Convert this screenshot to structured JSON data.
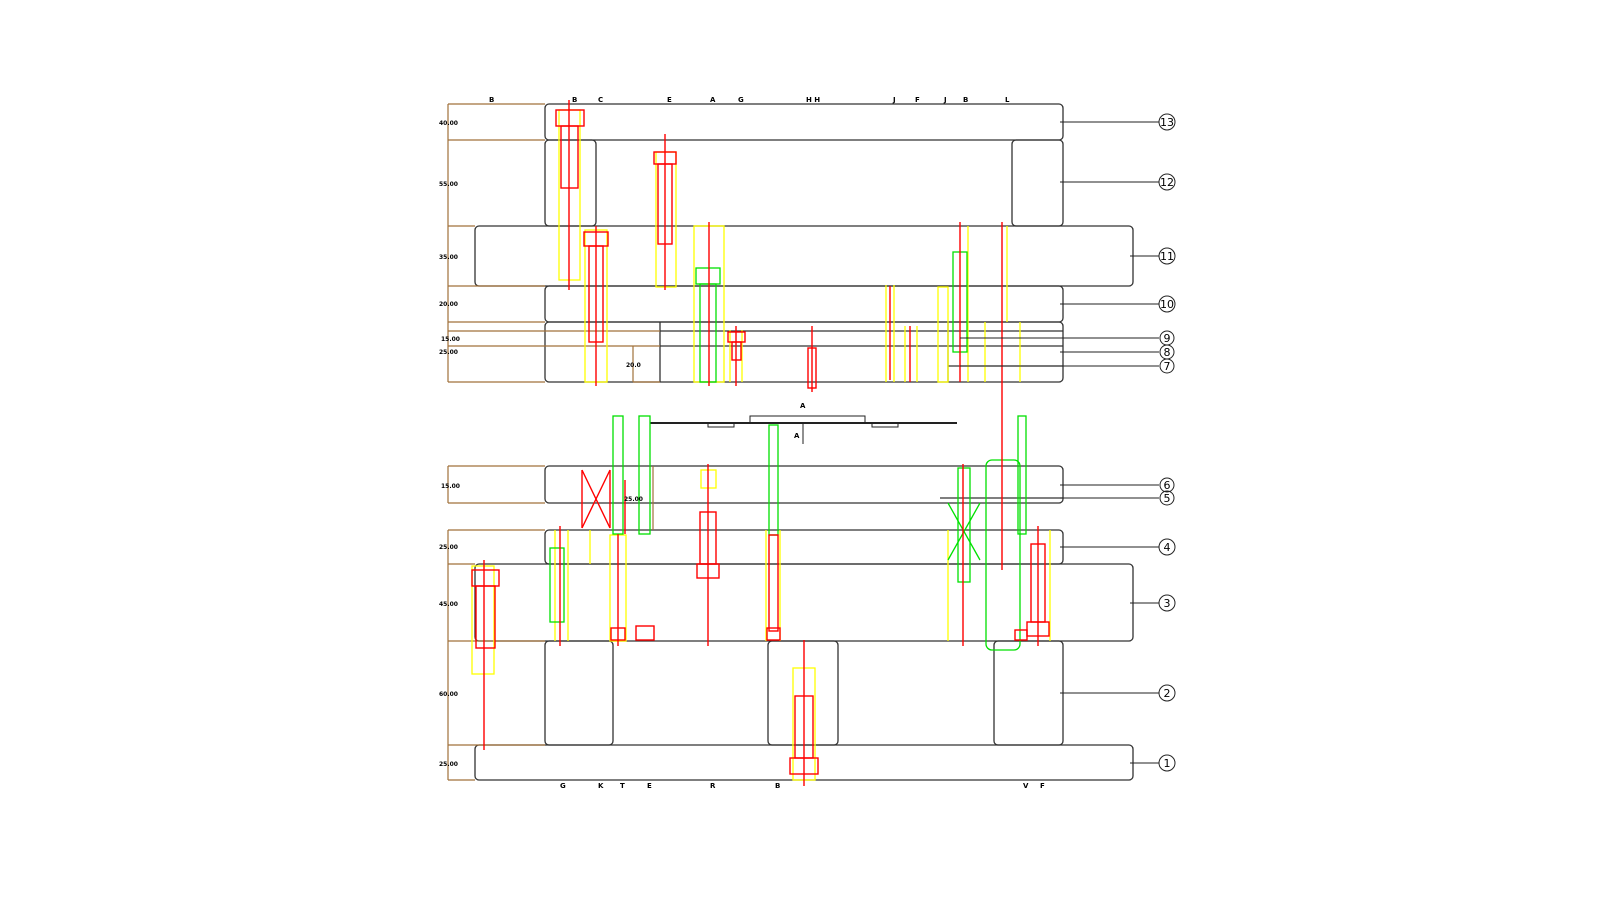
{
  "drawing": {
    "top_labels": [
      "B",
      "B",
      "C",
      "E",
      "A",
      "G",
      "H H",
      "J",
      "F",
      "J",
      "B",
      "L"
    ],
    "bottom_labels": [
      "G",
      "K",
      "T",
      "E",
      "R",
      "B",
      "V",
      "F"
    ],
    "section_marks": [
      "A",
      "A"
    ],
    "upper_dims": [
      "40.00",
      "55.00",
      "35.00",
      "20.00",
      "15.00",
      "25.00"
    ],
    "inner_dim": "20.0",
    "lower_dims": [
      "15.00",
      "25.00",
      "45.00",
      "60.00",
      "25.00"
    ],
    "lower_inner_dim": "25.00",
    "callouts": [
      "13",
      "12",
      "11",
      "10",
      "9",
      "8",
      "7",
      "6",
      "5",
      "4",
      "3",
      "2",
      "1"
    ],
    "colors": {
      "outline": "#333333",
      "dim": "#a0703a",
      "bolt": "#ff0000",
      "clearance": "#ffff00",
      "pin": "#00e000"
    }
  }
}
